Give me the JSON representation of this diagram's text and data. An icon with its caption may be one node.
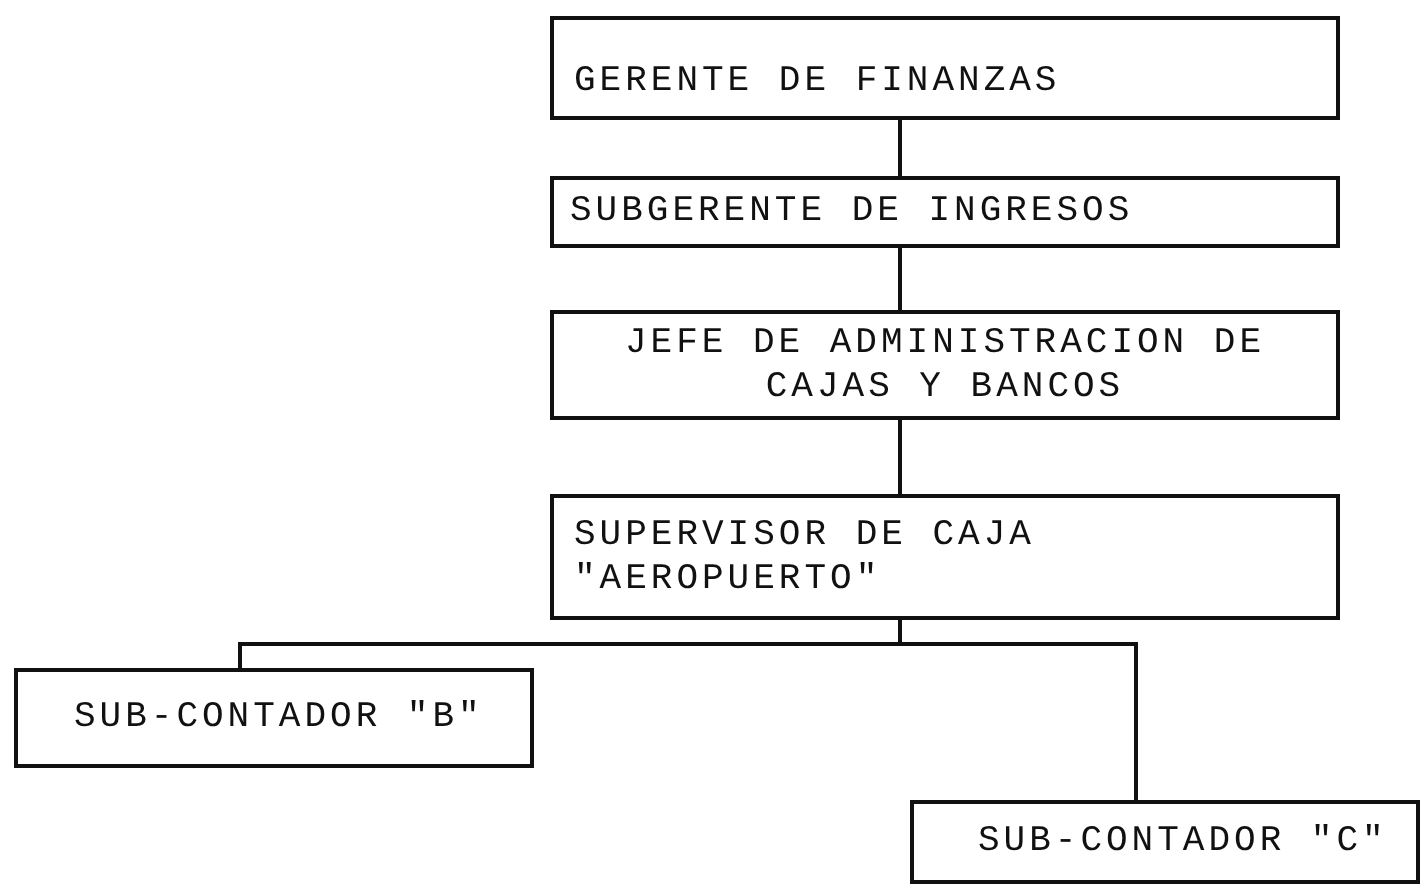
{
  "diagram": {
    "nodes": [
      {
        "text": [
          "GERENTE DE FINANZAS"
        ]
      },
      {
        "text": [
          "SUBGERENTE DE INGRESOS"
        ]
      },
      {
        "text": [
          "JEFE DE ADMINISTRACION DE CAJAS Y BANCOS"
        ]
      },
      {
        "text": [
          "SUPERVISOR DE CAJA \"AEROPUERTO\""
        ]
      },
      {
        "text": [
          "SUB-CONTADOR \"B\""
        ]
      },
      {
        "text": [
          "SUB-CONTADOR \"C\""
        ]
      }
    ],
    "edges": [
      {
        "from": 0,
        "to": 1,
        "arrow": "none"
      },
      {
        "from": 1,
        "to": 2,
        "arrow": "none"
      },
      {
        "from": 2,
        "to": 3,
        "arrow": "none"
      },
      {
        "from": 3,
        "to": 4,
        "arrow": "none"
      },
      {
        "from": 3,
        "to": 5,
        "arrow": "none"
      }
    ]
  }
}
